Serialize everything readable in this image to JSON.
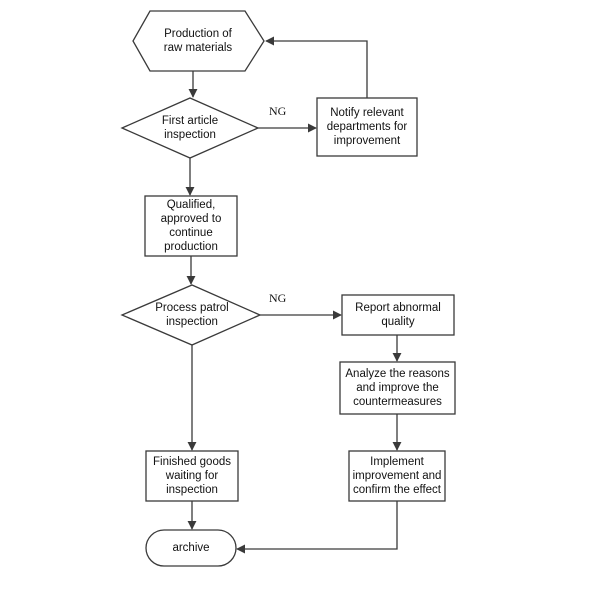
{
  "nodes": {
    "raw_materials": [
      "Production of",
      "raw materials"
    ],
    "first_article": [
      "First article",
      "inspection"
    ],
    "notify": [
      "Notify relevant",
      "departments for",
      "improvement"
    ],
    "qualified": [
      "Qualified,",
      "approved to",
      "continue",
      "production"
    ],
    "process_patrol": [
      "Process patrol",
      "inspection"
    ],
    "report_abnormal": [
      "Report abnormal",
      "quality"
    ],
    "analyze": [
      "Analyze the reasons",
      "and improve the",
      "countermeasures"
    ],
    "finished_goods": [
      "Finished goods",
      "waiting for",
      "inspection"
    ],
    "implement": [
      "Implement",
      "improvement and",
      "confirm the effect"
    ],
    "archive": [
      "archive"
    ]
  },
  "edge_labels": {
    "ng_first": "NG",
    "ng_process": "NG"
  },
  "colors": {
    "stroke": "#3a3a3a",
    "text": "#111111",
    "background": "#ffffff"
  }
}
